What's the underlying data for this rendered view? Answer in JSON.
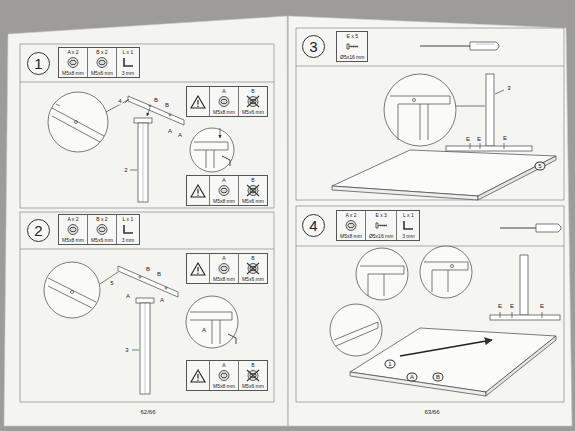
{
  "diagram": {
    "nodes": [
      {
        "text": [
          "1"
        ]
      },
      {
        "text": [
          "A x 2",
          "M5x8 mm",
          "B x 2",
          "M5x6 mm",
          "L x 1",
          "3 mm"
        ]
      },
      {
        "text": [
          "A",
          "B",
          "M5x8 mm",
          "M5x6 mm"
        ]
      },
      {
        "text": [
          "A",
          "B",
          "M5x8 mm",
          "M5x6 mm"
        ]
      },
      {
        "text": [
          "2"
        ]
      },
      {
        "text": [
          "A x 2",
          "M5x8 mm",
          "B x 2",
          "M5x6 mm",
          "L x 1",
          "3 mm"
        ]
      },
      {
        "text": [
          "A",
          "B",
          "M5x8 mm",
          "M5x6 mm"
        ]
      },
      {
        "text": [
          "A",
          "B",
          "M5x8 mm",
          "M5x6 mm"
        ]
      },
      {
        "text": [
          "3"
        ]
      },
      {
        "text": [
          "E x 5",
          "Ø5x16 mm"
        ]
      },
      {
        "text": [
          "4"
        ]
      },
      {
        "text": [
          "A x 2",
          "M5x8 mm",
          "E x 3",
          "Ø5x16 mm",
          "L x 1",
          "3 mm"
        ]
      }
    ],
    "labels": [
      "4",
      "B",
      "B",
      "A",
      "A",
      "2",
      "5",
      "B",
      "B",
      "A",
      "A",
      "3",
      "A",
      "3",
      "E",
      "E",
      "E",
      "5",
      "E",
      "E",
      "E",
      "1",
      "A",
      "B",
      "62/66",
      "63/66"
    ]
  }
}
